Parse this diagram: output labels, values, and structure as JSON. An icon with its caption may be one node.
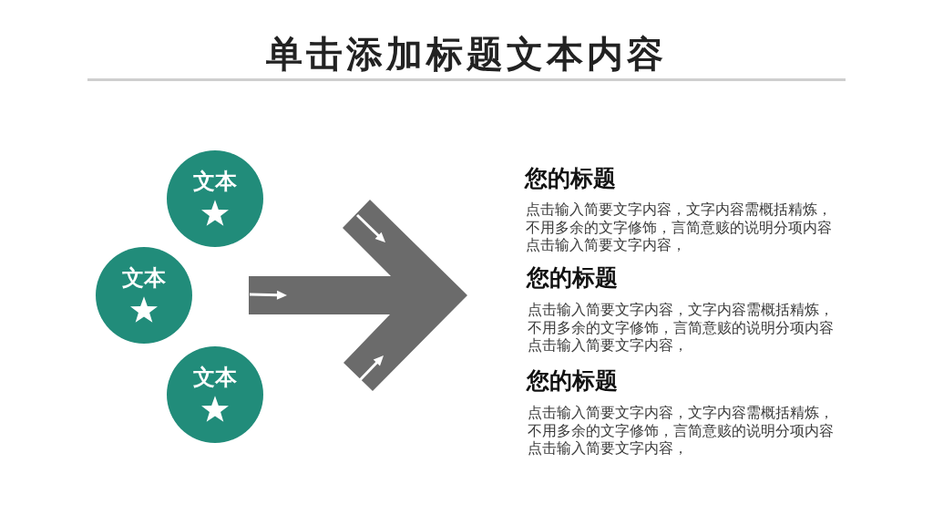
{
  "diagram": {
    "title": "单击添加标题文本内容",
    "nodes": [
      {
        "text": [
          "文本"
        ]
      },
      {
        "text": [
          "文本"
        ]
      },
      {
        "text": [
          "文本"
        ]
      }
    ],
    "labels": [
      "您的标题",
      "点击输入简要文字内容，文字内容需概括精炼，不用多余的文字修饰，言简意赅的说明分项内容点击输入简要文字内容，",
      "您的标题",
      "点击输入简要文字内容，文字内容需概括精炼，不用多余的文字修饰，言简意赅的说明分项内容点击输入简要文字内容，",
      "您的标题",
      "点击输入简要文字内容，文字内容需概括精炼，不用多余的文字修饰，言简意赅的说明分项内容点击输入简要文字内容，"
    ]
  }
}
